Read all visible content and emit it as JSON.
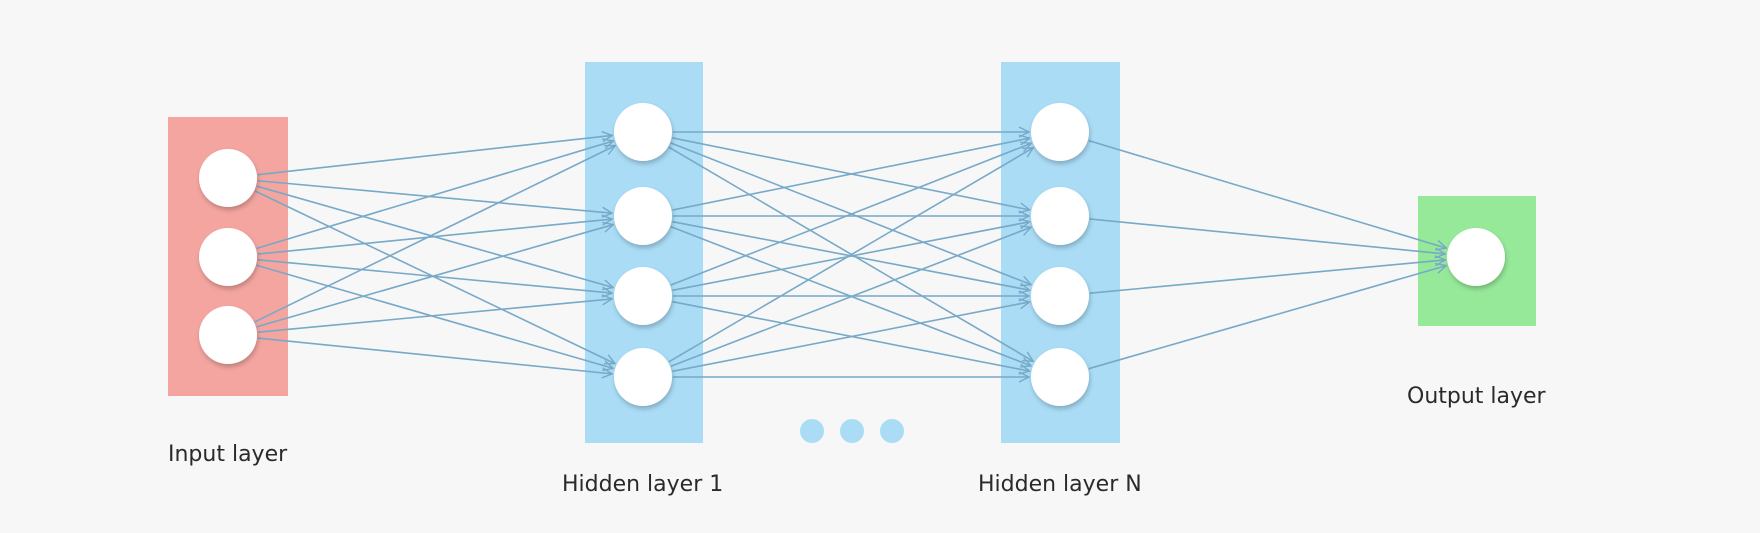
{
  "colors": {
    "background": "#f7f7f7",
    "input_layer": "#f4a5a0",
    "hidden_layer": "#aadcf6",
    "output_layer": "#96e999",
    "connection": "#77a9c8",
    "node": "#ffffff",
    "ellipsis_dot": "#aadcf6"
  },
  "layers": [
    {
      "id": "input",
      "label": "Input layer",
      "node_count": 3
    },
    {
      "id": "hidden-1",
      "label": "Hidden layer 1",
      "node_count": 4
    },
    {
      "id": "hidden-n",
      "label": "Hidden layer N",
      "node_count": 4
    },
    {
      "id": "output",
      "label": "Output layer",
      "node_count": 1
    }
  ],
  "ellipsis": {
    "dot_count": 3
  }
}
